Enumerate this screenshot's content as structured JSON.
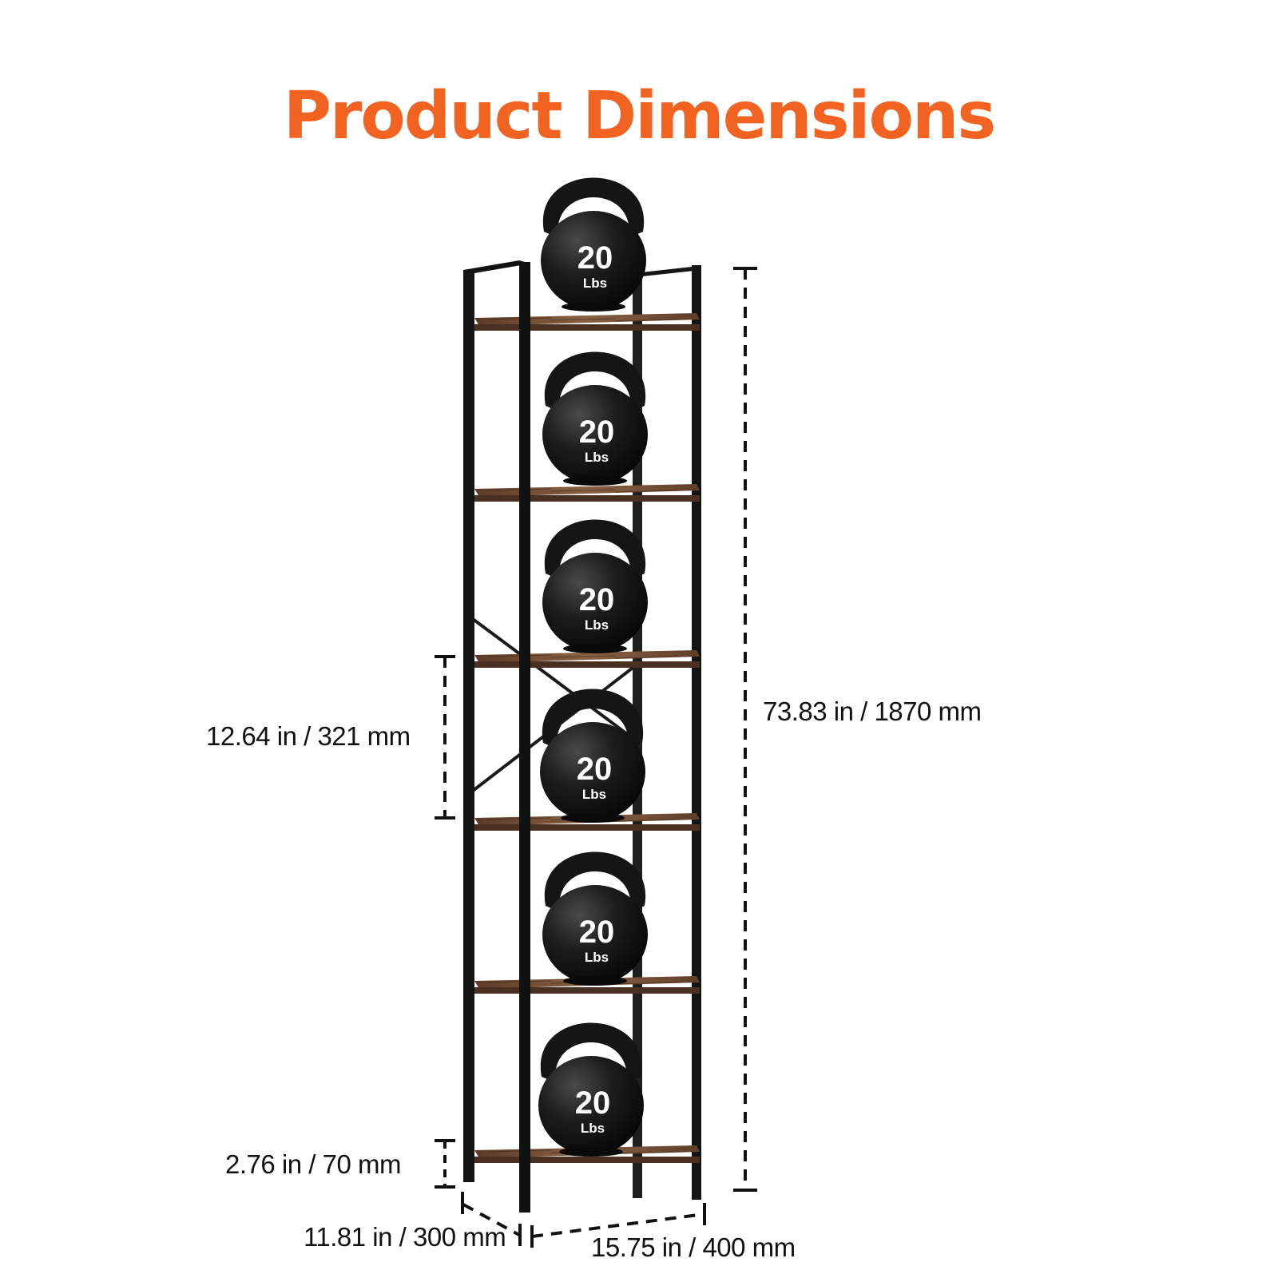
{
  "title": "Product Dimensions",
  "colors": {
    "title": "#f26322",
    "frame": "#141414",
    "shelf_wood": "#6b4a33",
    "kettlebell": "#1a1a1a",
    "dimension_line": "#111111"
  },
  "dimensions": {
    "total_height": "73.83 in / 1870 mm",
    "shelf_spacing": "12.64 in / 321 mm",
    "bottom_clearance": "2.76 in / 70 mm",
    "depth": "11.81 in / 300 mm",
    "width": "15.75 in / 400 mm"
  },
  "kettlebells": [
    {
      "weight": "20",
      "unit": "Lbs"
    },
    {
      "weight": "20",
      "unit": "Lbs"
    },
    {
      "weight": "20",
      "unit": "Lbs"
    },
    {
      "weight": "20",
      "unit": "Lbs"
    },
    {
      "weight": "20",
      "unit": "Lbs"
    },
    {
      "weight": "20",
      "unit": "Lbs"
    }
  ]
}
